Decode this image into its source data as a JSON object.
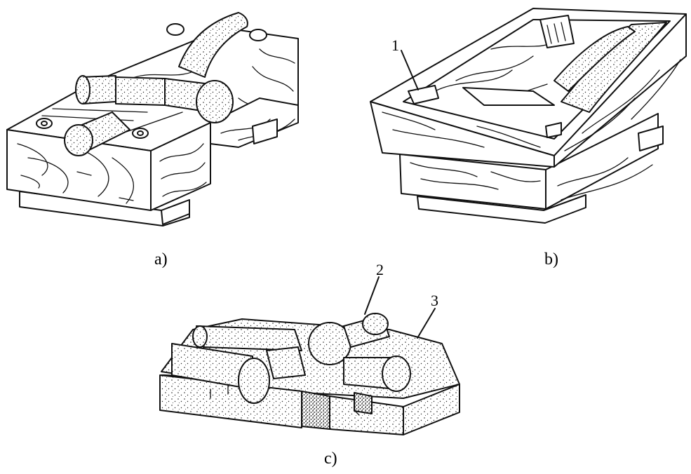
{
  "panels": [
    {
      "id": "a",
      "label": "a)"
    },
    {
      "id": "b",
      "label": "b)"
    },
    {
      "id": "c",
      "label": "c)"
    }
  ],
  "callouts": [
    {
      "id": "1",
      "label": "1"
    },
    {
      "id": "2",
      "label": "2"
    },
    {
      "id": "3",
      "label": "3"
    }
  ],
  "colors": {
    "line": "#111111",
    "background": "#ffffff"
  }
}
